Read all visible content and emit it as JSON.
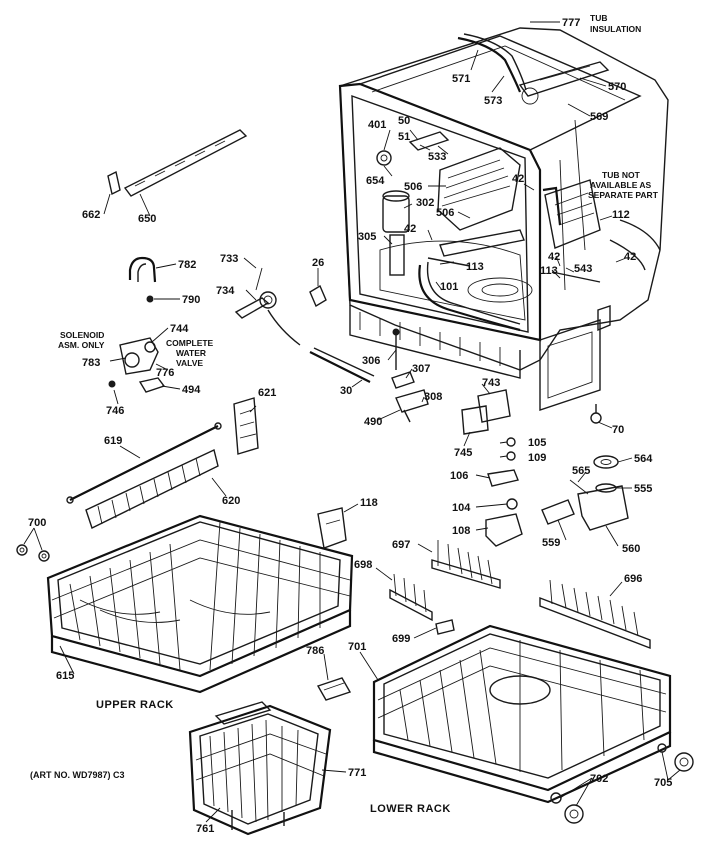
{
  "callouts": [
    {
      "id": "777",
      "text": "777"
    },
    {
      "id": "571",
      "text": "571"
    },
    {
      "id": "573",
      "text": "573"
    },
    {
      "id": "570",
      "text": "570"
    },
    {
      "id": "569",
      "text": "569"
    },
    {
      "id": "401",
      "text": "401"
    },
    {
      "id": "50",
      "text": "50"
    },
    {
      "id": "51",
      "text": "51"
    },
    {
      "id": "533",
      "text": "533"
    },
    {
      "id": "654",
      "text": "654"
    },
    {
      "id": "506a",
      "text": "506"
    },
    {
      "id": "302",
      "text": "302"
    },
    {
      "id": "506b",
      "text": "506"
    },
    {
      "id": "42a",
      "text": "42"
    },
    {
      "id": "42b",
      "text": "42"
    },
    {
      "id": "112",
      "text": "112"
    },
    {
      "id": "305",
      "text": "305"
    },
    {
      "id": "113a",
      "text": "113"
    },
    {
      "id": "42c",
      "text": "42"
    },
    {
      "id": "543",
      "text": "543"
    },
    {
      "id": "42d",
      "text": "42"
    },
    {
      "id": "113b",
      "text": "113"
    },
    {
      "id": "101",
      "text": "101"
    },
    {
      "id": "662",
      "text": "662"
    },
    {
      "id": "650",
      "text": "650"
    },
    {
      "id": "782",
      "text": "782"
    },
    {
      "id": "790",
      "text": "790"
    },
    {
      "id": "733",
      "text": "733"
    },
    {
      "id": "26",
      "text": "26"
    },
    {
      "id": "734",
      "text": "734"
    },
    {
      "id": "744",
      "text": "744"
    },
    {
      "id": "783",
      "text": "783"
    },
    {
      "id": "776",
      "text": "776"
    },
    {
      "id": "494",
      "text": "494"
    },
    {
      "id": "746",
      "text": "746"
    },
    {
      "id": "306",
      "text": "306"
    },
    {
      "id": "307",
      "text": "307"
    },
    {
      "id": "30",
      "text": "30"
    },
    {
      "id": "308",
      "text": "308"
    },
    {
      "id": "490",
      "text": "490"
    },
    {
      "id": "743",
      "text": "743"
    },
    {
      "id": "745",
      "text": "745"
    },
    {
      "id": "70",
      "text": "70"
    },
    {
      "id": "105",
      "text": "105"
    },
    {
      "id": "109",
      "text": "109"
    },
    {
      "id": "621",
      "text": "621"
    },
    {
      "id": "619",
      "text": "619"
    },
    {
      "id": "620",
      "text": "620"
    },
    {
      "id": "106",
      "text": "106"
    },
    {
      "id": "565",
      "text": "565"
    },
    {
      "id": "564",
      "text": "564"
    },
    {
      "id": "555",
      "text": "555"
    },
    {
      "id": "104",
      "text": "104"
    },
    {
      "id": "118",
      "text": "118"
    },
    {
      "id": "108",
      "text": "108"
    },
    {
      "id": "559",
      "text": "559"
    },
    {
      "id": "560",
      "text": "560"
    },
    {
      "id": "700",
      "text": "700"
    },
    {
      "id": "697",
      "text": "697"
    },
    {
      "id": "698",
      "text": "698"
    },
    {
      "id": "696",
      "text": "696"
    },
    {
      "id": "699",
      "text": "699"
    },
    {
      "id": "615",
      "text": "615"
    },
    {
      "id": "786",
      "text": "786"
    },
    {
      "id": "701",
      "text": "701"
    },
    {
      "id": "771",
      "text": "771"
    },
    {
      "id": "702",
      "text": "702"
    },
    {
      "id": "705",
      "text": "705"
    },
    {
      "id": "761",
      "text": "761"
    }
  ],
  "notes": {
    "tub_insulation": [
      "TUB",
      "INSULATION"
    ],
    "tub_not_available": [
      "TUB NOT",
      "AVAILABLE AS",
      "SEPARATE PART"
    ],
    "solenoid": [
      "SOLENOID",
      "ASM. ONLY"
    ],
    "complete_valve": [
      "COMPLETE",
      "WATER",
      "VALVE"
    ]
  },
  "captions": {
    "upper_rack": "UPPER RACK",
    "lower_rack": "LOWER RACK",
    "art_no": "(ART NO. WD7987) C3"
  }
}
